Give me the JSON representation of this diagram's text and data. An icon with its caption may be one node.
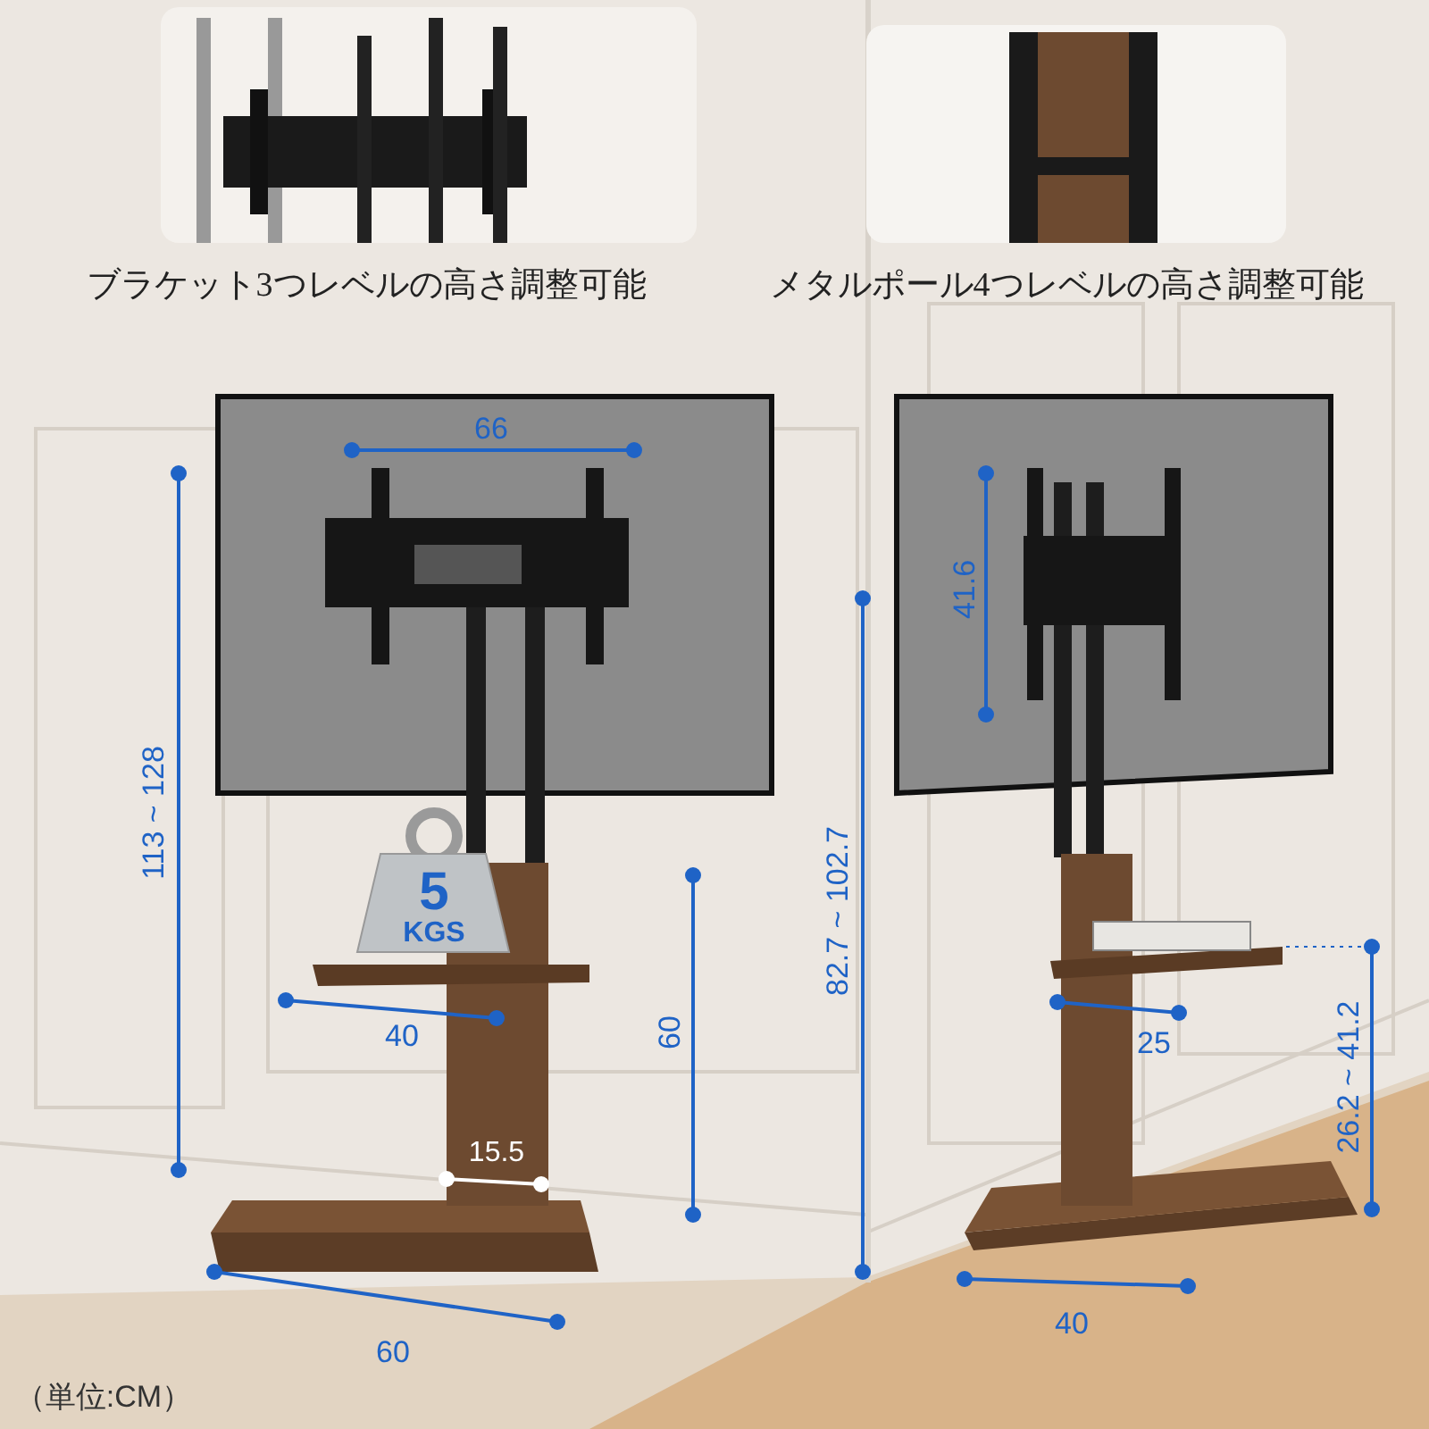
{
  "diagram": {
    "labels": [
      "ブラケット3つレベルの高さ調整可能",
      "メタルポール4つレベルの高さ調整可能",
      "66",
      "113 ~ 128",
      "41.6",
      "82.7 ~ 102.7",
      "5",
      "KGS",
      "60",
      "40",
      "25",
      "26.2 ~ 41.2",
      "15.5",
      "60",
      "40",
      "（単位:CM）"
    ]
  }
}
